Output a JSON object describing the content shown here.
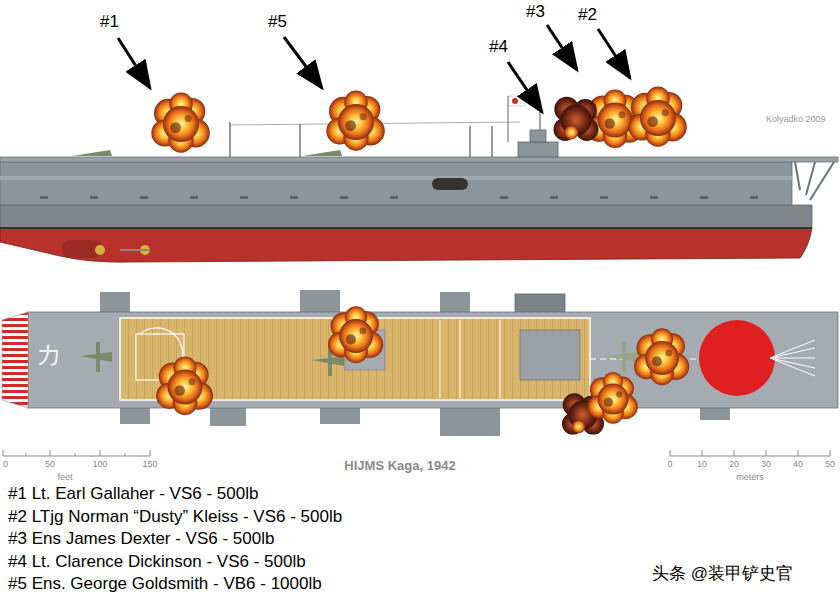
{
  "diagram": {
    "title": "HIJMS Kaga, 1942",
    "labels": [
      "#1",
      "#5",
      "#3",
      "#2",
      "#4",
      "Kolyadko 2009",
      "カ",
      "0",
      "50",
      "100",
      "150",
      "feet",
      "0",
      "10",
      "20",
      "30",
      "40",
      "50",
      "meters",
      "#1 Lt. Earl Gallaher - VS6 - 500lb",
      "#2 LTjg Norman “Dusty” Kleiss - VS6 - 500lb",
      "#3 Ens James Dexter - VS6 - 500lb",
      "#4 Lt. Clarence Dickinson - VS6 - 500lb",
      "#5 Ens. George Goldsmith - VB6 - 1000lb",
      "头条 @装甲铲史官"
    ]
  }
}
